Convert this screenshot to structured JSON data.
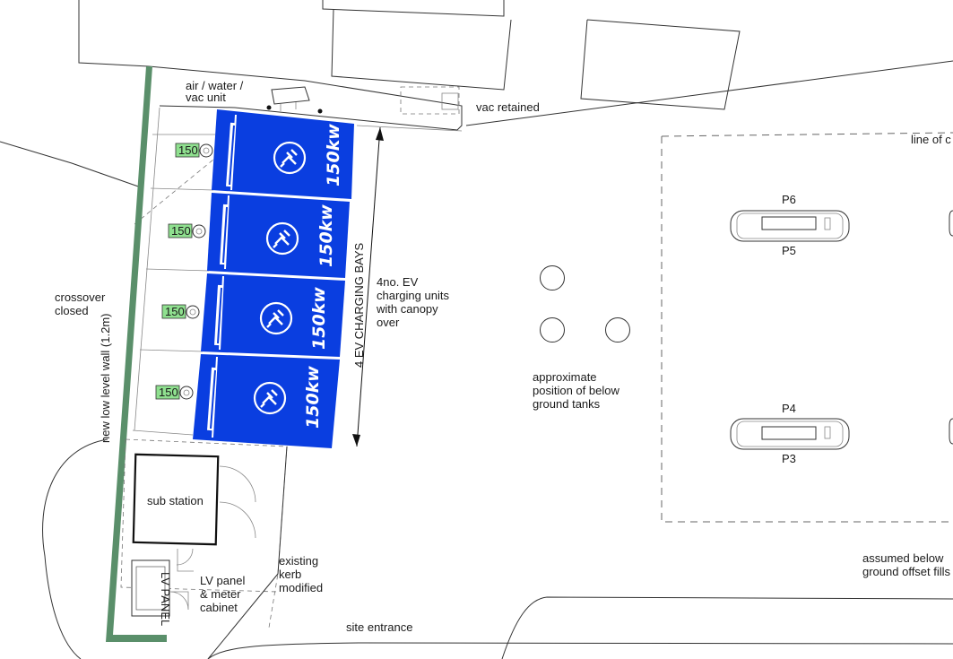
{
  "labels": {
    "air_water_vac_line1": "air / water /",
    "air_water_vac_line2": "vac unit",
    "vac_retained": "vac retained",
    "line_of": "line of c",
    "crossover_line1": "crossover",
    "crossover_line2": "closed",
    "low_level_wall": "new low level wall (1.2m)",
    "charging_bays_title": "4 EV CHARGING BAYS",
    "ev_units_line1": "4no. EV",
    "ev_units_line2": "charging units",
    "ev_units_line3": "with canopy",
    "ev_units_line4": "over",
    "tanks_line1": "approximate",
    "tanks_line2": "position of below",
    "tanks_line3": "ground tanks",
    "sub_station": "sub station",
    "lv_panel_line1": "LV panel",
    "lv_panel_line2": "& meter",
    "lv_panel_line3": "cabinet",
    "lv_panel_tag": "LV PANEL",
    "kerb_line1": "existing",
    "kerb_line2": "kerb",
    "kerb_line3": "modified",
    "site_entrance": "site entrance",
    "offset_fills_line1": "assumed below",
    "offset_fills_line2": "ground offset fills"
  },
  "bays": [
    {
      "charger_label": "150",
      "power": "150kw"
    },
    {
      "charger_label": "150",
      "power": "150kw"
    },
    {
      "charger_label": "150",
      "power": "150kw"
    },
    {
      "charger_label": "150",
      "power": "150kw"
    }
  ],
  "pumps": [
    {
      "top": "P6",
      "bottom": "P5"
    },
    {
      "top": "P4",
      "bottom": "P3"
    }
  ],
  "colors": {
    "bay_blue": "#0a3ee0",
    "wall_green": "#5a8f6a",
    "charger_tag": "#8fe08f"
  },
  "icons": [
    "ev-plug-icon"
  ]
}
